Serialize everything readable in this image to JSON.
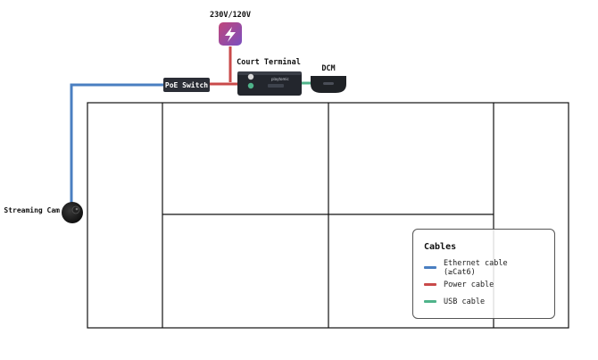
{
  "labels": {
    "power_source": "230V/120V",
    "court_terminal": "Court Terminal",
    "dcm": "DCM",
    "poe_switch": "PoE Switch",
    "streaming_cam": "Streaming Cam",
    "terminal_brand": "playtomic"
  },
  "legend": {
    "title": "Cables",
    "items": [
      {
        "label": "Ethernet cable (≥Cat6)",
        "color": "#4a7fc1"
      },
      {
        "label": "Power cable",
        "color": "#c94a4a"
      },
      {
        "label": "USB cable",
        "color": "#4fb38a"
      }
    ]
  },
  "colors": {
    "ethernet": "#4a7fc1",
    "power": "#c94a4a",
    "usb": "#4fb38a",
    "power_icon_top": "#c0467a",
    "power_icon_bottom": "#7a4fc0",
    "court_lines": "#111111",
    "switch_bg": "#2b2e36",
    "terminal_bg": "#23262d",
    "dcm_bg": "#1f2226"
  },
  "icons": {
    "power": "lightning-bolt-icon",
    "camera": "dome-camera-icon"
  }
}
